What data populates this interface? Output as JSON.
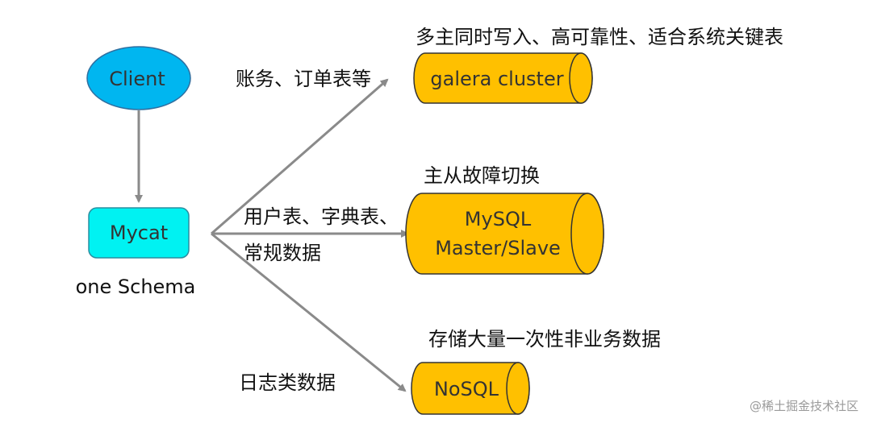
{
  "nodes": {
    "client": {
      "label": "Client"
    },
    "mycat": {
      "label": "Mycat",
      "caption": "one Schema"
    },
    "galera": {
      "label": "galera cluster",
      "note": "多主同时写入、高可靠性、适合系统关键表"
    },
    "mysql": {
      "label_line1": "MySQL",
      "label_line2": "Master/Slave",
      "note": "主从故障切换"
    },
    "nosql": {
      "label": "NoSQL",
      "note": "存储大量一次性非业务数据"
    }
  },
  "edges": {
    "to_galera": {
      "label": "账务、订单表等"
    },
    "to_mysql": {
      "label_line1": "用户表、字典表、",
      "label_line2": "常规数据"
    },
    "to_nosql": {
      "label": "日志类数据"
    }
  },
  "watermark": "@稀土掘金技术社区",
  "colors": {
    "client_fill": "#00b6f0",
    "mycat_fill": "#00f2f2",
    "db_fill": "#ffc000",
    "db_stroke": "#333333",
    "arrow": "#8a8a8a"
  }
}
